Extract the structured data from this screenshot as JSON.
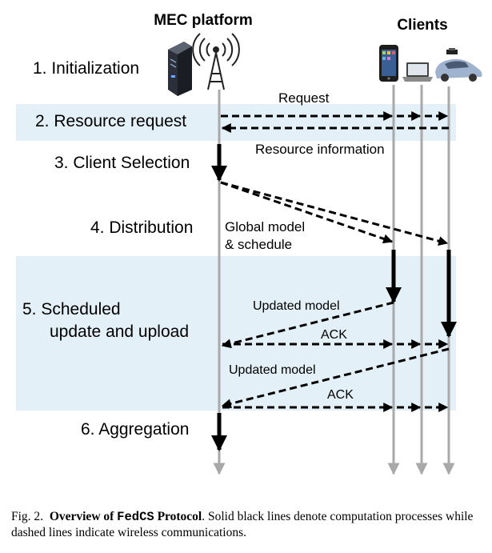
{
  "headers": {
    "mec_platform": "MEC platform",
    "clients": "Clients"
  },
  "steps": [
    "1. Initialization",
    "2. Resource request",
    "3. Client Selection",
    "4. Distribution",
    "5. Scheduled",
    "update and upload",
    "6. Aggregation"
  ],
  "messages": {
    "request": "Request",
    "resource_information": "Resource information",
    "global_model_1": "Global model",
    "global_model_2": "& schedule",
    "updated_model_1": "Updated model",
    "ack_1": "ACK",
    "updated_model_2": "Updated model",
    "ack_2": "ACK"
  },
  "icons": [
    "server-icon",
    "antenna-icon",
    "smartphone-icon",
    "laptop-icon",
    "car-icon"
  ],
  "caption": {
    "fig": "Fig. 2.",
    "title_pre": "Overview of ",
    "title_code": "FedCS",
    "title_post": " Protocol",
    "body": ". Solid black lines denote computation processes while dashed lines indicate wireless communications."
  }
}
